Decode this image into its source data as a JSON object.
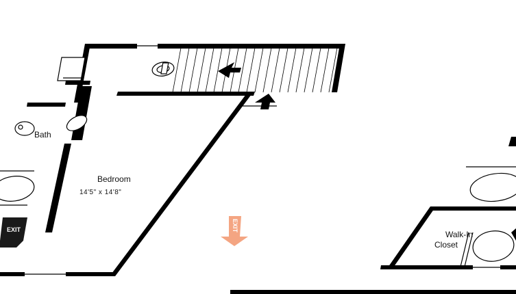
{
  "floorplan": {
    "rooms": {
      "bath": {
        "label": "Bath"
      },
      "bedroom": {
        "label": "Bedroom",
        "dimensions": "14'5\" x 14'8\""
      },
      "walk_in_closet": {
        "label_line1": "Walk-In",
        "label_line2": "Closet"
      }
    },
    "exit_signs": {
      "center": {
        "text": "EXIT",
        "color": "#f4a582"
      },
      "left": {
        "text": "EXIT",
        "color": "#1a1a1a"
      }
    },
    "colors": {
      "wall": "#000000",
      "background": "#ffffff",
      "exit_arrow": "#f4a582"
    }
  }
}
